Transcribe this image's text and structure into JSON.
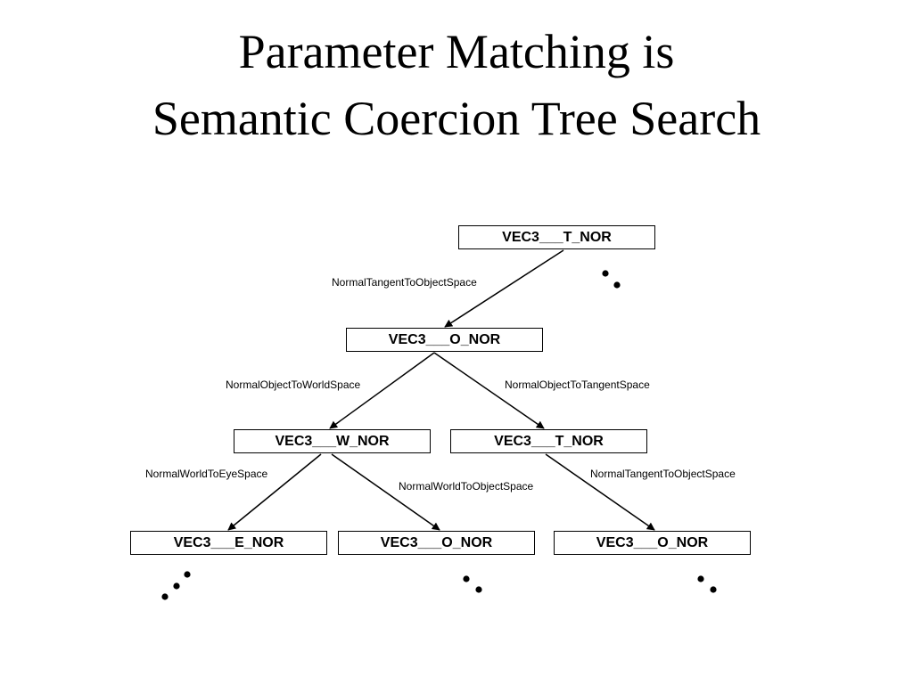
{
  "title": {
    "line1": "Parameter Matching is",
    "line2": "Semantic Coercion Tree Search"
  },
  "nodes": {
    "root": "VEC3___T_NOR",
    "l1": "VEC3___O_NOR",
    "l2_left": "VEC3___W_NOR",
    "l2_right": "VEC3___T_NOR",
    "l3_a": "VEC3___E_NOR",
    "l3_b": "VEC3___O_NOR",
    "l3_c": "VEC3___O_NOR"
  },
  "edges": {
    "root_to_l1": "NormalTangentToObjectSpace",
    "l1_to_w": "NormalObjectToWorldSpace",
    "l1_to_t": "NormalObjectToTangentSpace",
    "w_to_e": "NormalWorldToEyeSpace",
    "w_to_o": "NormalWorldToObjectSpace",
    "t_to_o": "NormalTangentToObjectSpace"
  }
}
